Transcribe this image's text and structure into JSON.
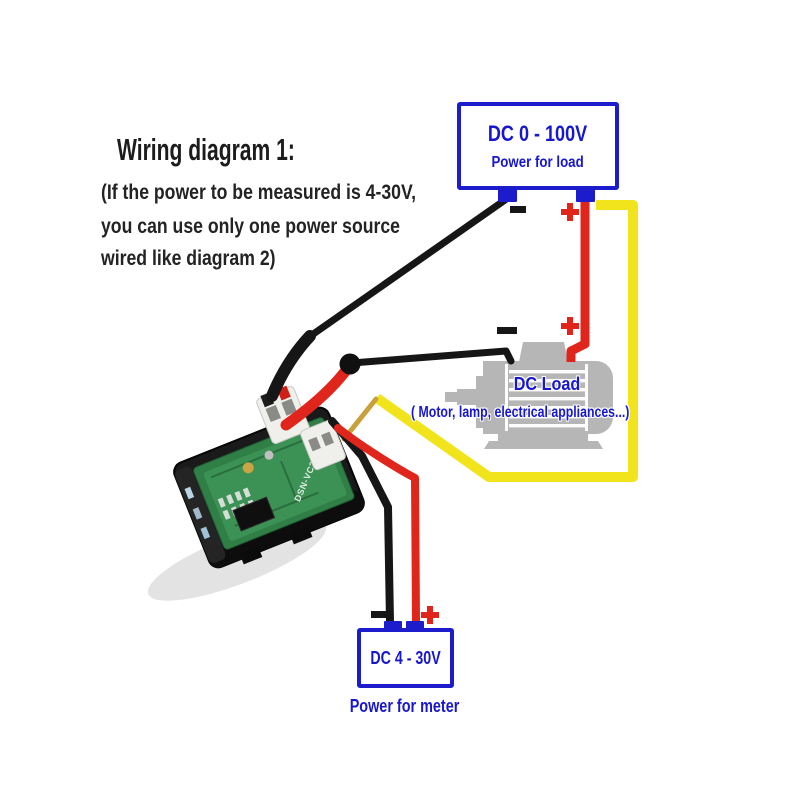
{
  "title": "Wiring diagram 1:",
  "note": {
    "lines": [
      "(If the power to be measured is 4-30V,",
      "you can use only one power source",
      "wired like diagram 2)"
    ]
  },
  "load_power": {
    "range": "DC 0 - 100V",
    "label": "Power for load",
    "positive": "+",
    "negative": "-"
  },
  "load": {
    "name": "DC Load",
    "caption": "( Motor, lamp, electrical appliances...)",
    "positive": "+",
    "negative": "-"
  },
  "meter_power": {
    "range": "DC 4 - 30V",
    "label": "Power for meter",
    "positive": "+",
    "negative": "-"
  },
  "meter_module": {
    "silkscreen": "DSN-VC288"
  },
  "colors": {
    "box_blue": "#1c1ccd",
    "text_blue": "#1717cf",
    "wire_red": "#e0251c",
    "wire_yellow": "#f1e41c",
    "wire_black": "#161616",
    "motor_gray": "#b6b6b6",
    "pcb_green": "#2f7f47",
    "background": "#ffffff"
  }
}
